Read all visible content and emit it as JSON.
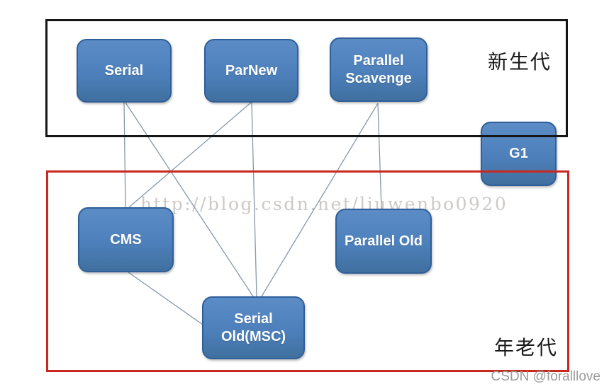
{
  "diagram": {
    "title_implicit": "JVM garbage collector pairing diagram",
    "nodes": {
      "serial": "Serial",
      "parnew": "ParNew",
      "parallel_scavenge": "Parallel Scavenge",
      "g1": "G1",
      "cms": "CMS",
      "parallel_old": "Parallel Old",
      "serial_old": "Serial Old(MSC)"
    },
    "regions": {
      "young": {
        "label": "新生代"
      },
      "old": {
        "label": "年老代"
      }
    },
    "edges": [
      {
        "from": "Serial",
        "to": "CMS"
      },
      {
        "from": "Serial",
        "to": "Serial Old(MSC)"
      },
      {
        "from": "ParNew",
        "to": "CMS"
      },
      {
        "from": "ParNew",
        "to": "Serial Old(MSC)"
      },
      {
        "from": "Parallel Scavenge",
        "to": "Serial Old(MSC)"
      },
      {
        "from": "Parallel Scavenge",
        "to": "Parallel Old"
      },
      {
        "from": "CMS",
        "to": "Serial Old(MSC)"
      }
    ]
  },
  "watermarks": {
    "center_url": "http://blog.csdn.net/liuwenbo0920",
    "csdn": "CSDN @foralllove"
  },
  "colors": {
    "node_fill": "#4d80bb",
    "node_border": "#2f5f99",
    "node_text": "#ffffff",
    "young_border": "#161616",
    "old_border": "#c8281e",
    "edge": "#8598ab",
    "label": "#1a1a1a",
    "wm_url": "#cdc9c6",
    "wm_csdn": "#9b9b9b",
    "bg": "#ffffff"
  }
}
